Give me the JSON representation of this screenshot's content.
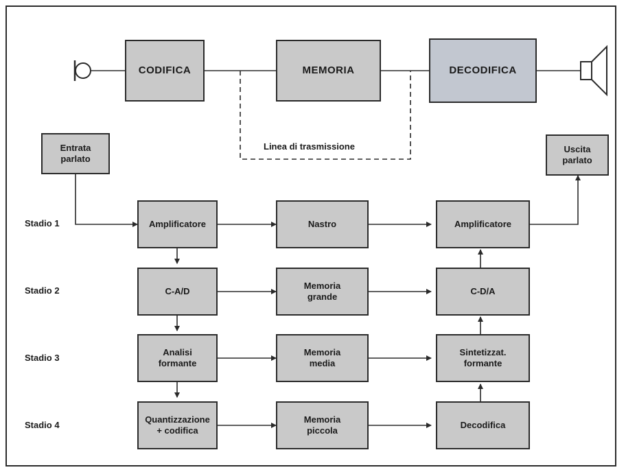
{
  "top_chain": {
    "codifica": "CODIFICA",
    "memoria": "MEMORIA",
    "decodifica": "DECODIFICA",
    "transmission_line": "Linea di trasmissione"
  },
  "io": {
    "input": "Entrata\nparlato",
    "output": "Uscita\nparlato"
  },
  "stages": [
    "Stadio 1",
    "Stadio 2",
    "Stadio 3",
    "Stadio 4"
  ],
  "col_encode": [
    "Amplificatore",
    "C-A/D",
    "Analisi\nformante",
    "Quantizzazione\n+ codifica"
  ],
  "col_memory": [
    "Nastro",
    "Memoria\ngrande",
    "Memoria\nmedia",
    "Memoria\npiccola"
  ],
  "col_decode": [
    "Amplificatore",
    "C-D/A",
    "Sintetizzat.\nformante",
    "Decodifica"
  ],
  "colors": {
    "box_gray": "#c9c9c9",
    "box_blue_gray": "#c2c7d0",
    "line": "#2a2a2a"
  }
}
